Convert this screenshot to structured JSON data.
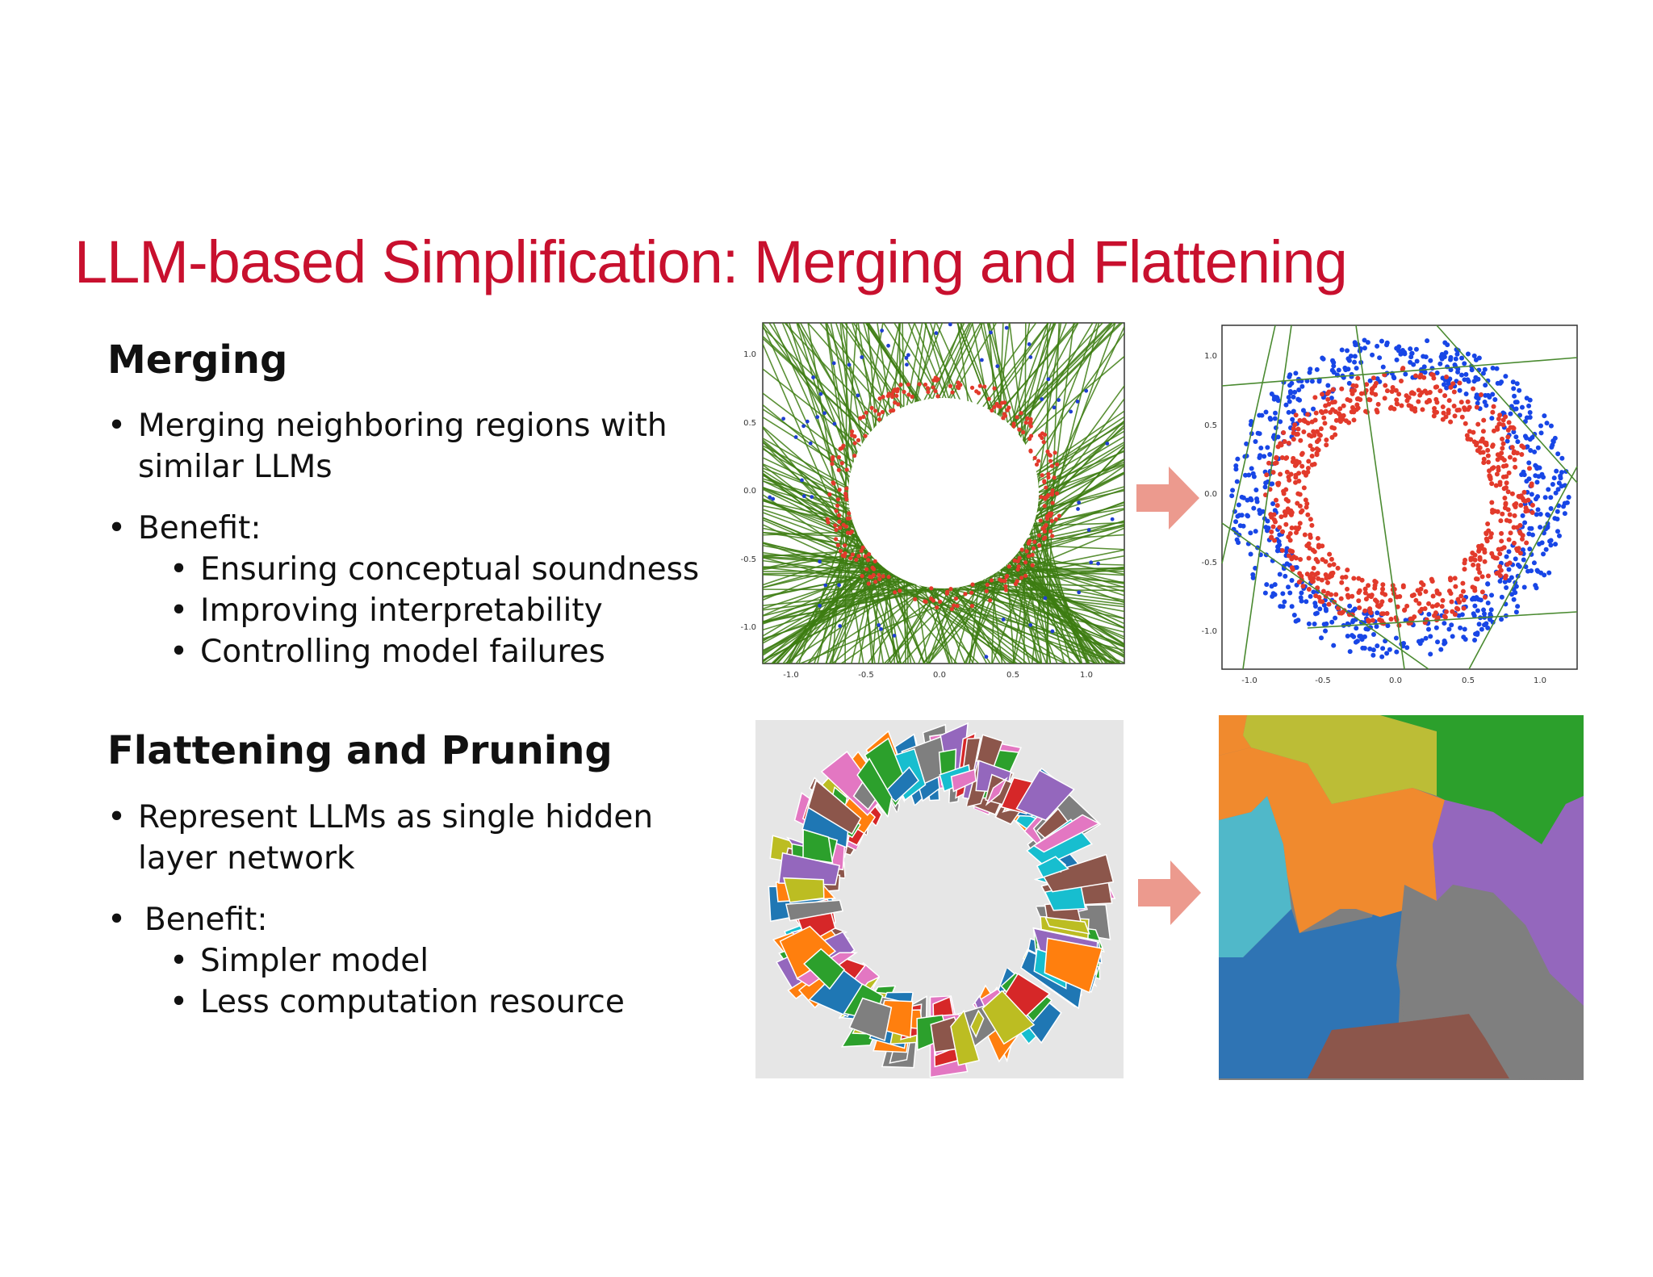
{
  "slide": {
    "title": "LLM-based Simplification: Merging and Flattening",
    "accent_color": "#c8102e"
  },
  "merging": {
    "heading": "Merging",
    "bullets": [
      "Merging neighboring regions with similar LLMs",
      "Benefit:"
    ],
    "sub_bullets": [
      "Ensuring conceptual soundness",
      "Improving interpretability",
      "Controlling model failures"
    ]
  },
  "flattening": {
    "heading": "Flattening and Pruning",
    "bullets": [
      "Represent LLMs as single hidden layer network",
      "Benefit:"
    ],
    "sub_bullets": [
      "Simpler model",
      "Less computation resource"
    ]
  },
  "plots": {
    "before_ticks_y": [
      "1.0",
      "0.5",
      "0.0",
      "-0.5",
      "-1.0"
    ],
    "before_ticks_x": [
      "-1.0",
      "-0.5",
      "0.0",
      "0.5",
      "1.0"
    ],
    "after_ticks_y": [
      "1.0",
      "0.5",
      "0.0",
      "-0.5",
      "-1.0"
    ],
    "after_ticks_x": [
      "-1.0",
      "-0.5",
      "0.0",
      "0.5",
      "1.0"
    ]
  }
}
